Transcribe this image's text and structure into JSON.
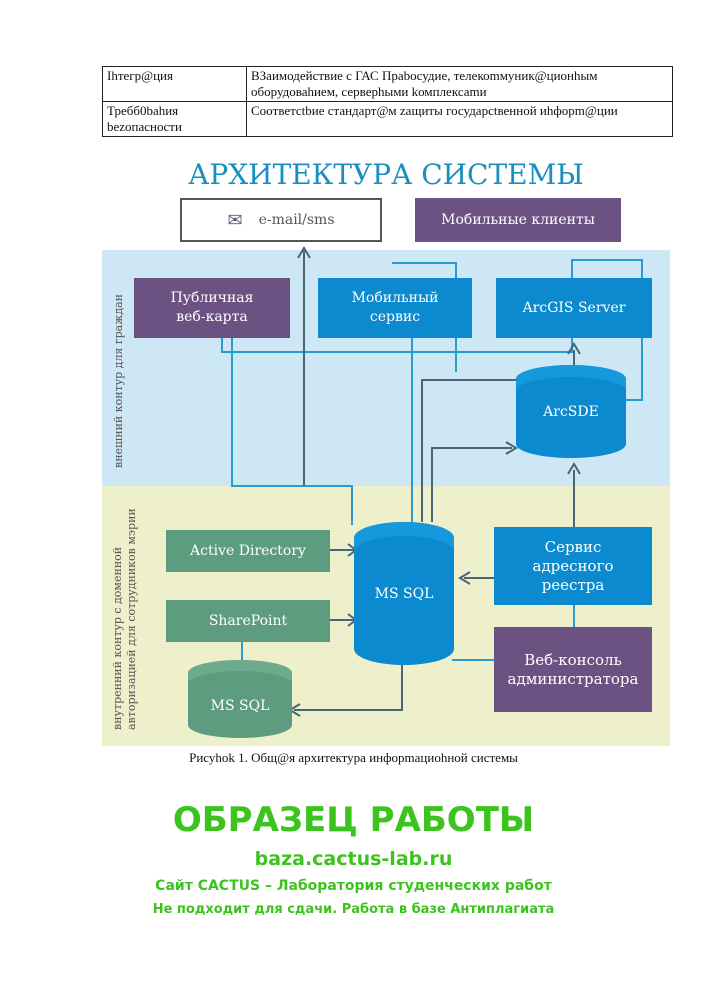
{
  "table": {
    "rows": [
      {
        "label": "Ihтегр@ция",
        "value": "ВЗаимодействие с ГАС Прaboсудие, телекоmмуник@ционhым оборудоваhием, серверhыми kомплексаmи"
      },
      {
        "label": "Требб0bahия bezoпacнocти",
        "value": "Cooтветctbие стандарт@м zащиты государctвенной иhфорm@ции"
      }
    ]
  },
  "diagram": {
    "title": "АРХИТЕКТУРА СИСТЕМЫ",
    "email": "e-mail/sms",
    "mobile_clients": "Мобильные клиенты",
    "public_map": "Публичная веб-карта",
    "mobile_service": "Мобильный сервис",
    "arcgis": "ArcGIS Server",
    "arcsde": "ArcSDE",
    "active_directory": "Active Directory",
    "sharepoint": "SharePoint",
    "mssql_green": "MS SQL",
    "mssql_blue": "MS SQL",
    "address_service": "Сервис адресного реестра",
    "web_console": "Веб-консоль администратора",
    "outer_zone_label": "внешний контур для граждан",
    "inner_zone_label_1": "внутренний контур с доменной",
    "inner_zone_label_2": "авторизацией для сотрудников мэрии",
    "colors": {
      "purple": "#6b5282",
      "blue": "#0c8ad0",
      "green": "#5d9c7f",
      "outer_zone": "#cde8f4",
      "inner_zone": "#eef0cc",
      "title": "#1a8fbf"
    }
  },
  "caption": "Рисуhok 1. Общ@я архитектура инфорmациohной системы",
  "watermark": {
    "main": "ОБРАЗЕЦ РАБОТЫ",
    "site": "baza.cactus-lab.ru",
    "line1": "Сайт CACTUS – Лаборатория студенческих работ",
    "line2": "Не подходит для сдачи. Работа в базе Антиплагиата"
  }
}
